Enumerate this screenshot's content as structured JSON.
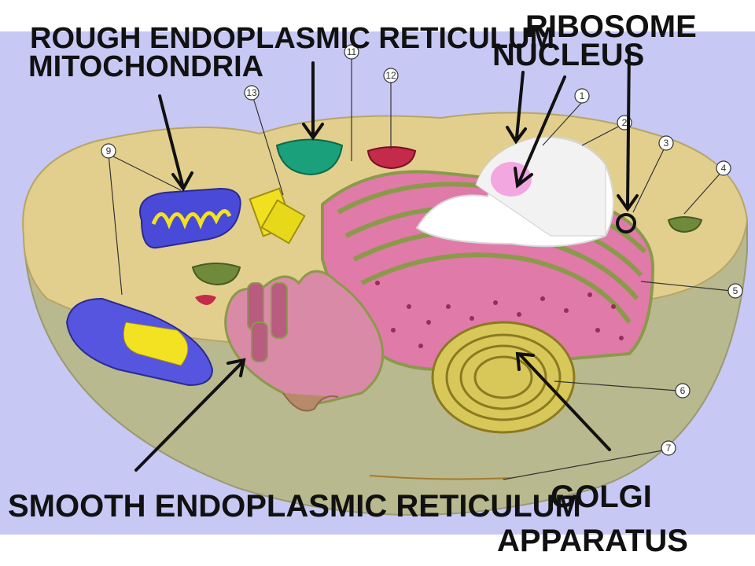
{
  "labels": {
    "rough_er": "ROUGH ENDOPLASMIC RETICULUM",
    "mitochondria": "MITOCHONDRIA",
    "ribosome": "RIBOSOME",
    "nucleus": "NUCLEUS",
    "smooth_er": "SMOOTH ENDOPLASMIC RETICULUM",
    "golgi_line1": "GOLGI",
    "golgi_line2": "APPARATUS"
  },
  "callout_numbers": [
    "1",
    "2",
    "3",
    "4",
    "5",
    "6",
    "7",
    "9",
    "11",
    "12",
    "13"
  ],
  "colors": {
    "background": "#c8c8f5",
    "cytoplasm_top": "#e2cf8e",
    "cytoplasm_side": "#b9b98f",
    "rough_er": "#e07aa8",
    "er_edge": "#8a9a4a",
    "golgi": "#d8c85a",
    "nucleus": "#ffffff",
    "nucleolus": "#f3a7e0",
    "mitochondria_outer": "#4a4ad8",
    "mitochondria_inner": "#f2e222",
    "arrow": "#111111"
  }
}
